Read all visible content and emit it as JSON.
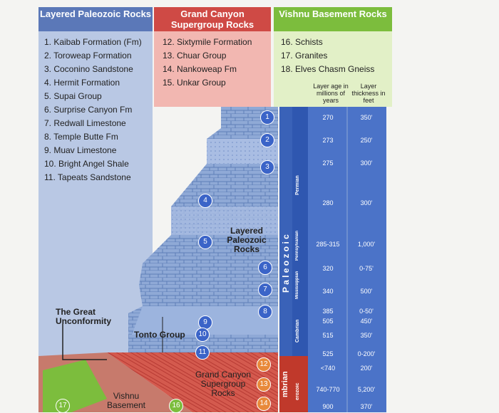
{
  "headers": {
    "layered": "Layered Paleozoic Rocks",
    "grand": "Grand Canyon Supergroup Rocks",
    "vishnu": "Vishnu Basement Rocks"
  },
  "layered_list": [
    "1. Kaibab Formation (Fm)",
    "2. Toroweap Formation",
    "3. Coconino Sandstone",
    "4. Hermit Formation",
    "5. Supai Group",
    "6. Surprise Canyon Fm",
    "7. Redwall Limestone",
    "8. Temple Butte Fm",
    "9. Muav Limestone",
    "10. Bright Angel Shale",
    "11. Tapeats Sandstone"
  ],
  "grand_list": [
    "12. Sixtymile Formation",
    "13. Chuar Group",
    "14. Nankoweap Fm",
    "15. Unkar Group"
  ],
  "vishnu_list": [
    "16. Schists",
    "17. Granites",
    "18. Elves Chasm Gneiss"
  ],
  "table_headers": {
    "age": "Layer age in millions of years",
    "thickness": "Layer thickness in feet"
  },
  "table_rows": [
    {
      "age": "270",
      "thick": "350'"
    },
    {
      "age": "273",
      "thick": "250'"
    },
    {
      "age": "275",
      "thick": "300'"
    },
    {
      "age": "280",
      "thick": "300'"
    },
    {
      "age": "285-315",
      "thick": "1,000'"
    },
    {
      "age": "320",
      "thick": "0-75'"
    },
    {
      "age": "340",
      "thick": "500'"
    },
    {
      "age": "385",
      "thick": "0-50'"
    },
    {
      "age": "505",
      "thick": "450'"
    },
    {
      "age": "515",
      "thick": "350'"
    },
    {
      "age": "525",
      "thick": "0-200'"
    },
    {
      "age": "<740",
      "thick": "200'"
    },
    {
      "age": "740-770",
      "thick": "5,200'"
    },
    {
      "age": "900",
      "thick": "370'"
    }
  ],
  "era_labels": {
    "paleozoic": "P a l e o z o i c",
    "cambrian_era": "mbrian",
    "proterozoic": "erozoic"
  },
  "period_labels": {
    "permian": "Permian",
    "penn": "Pennsylvanian",
    "miss": "Mississippian",
    "cambrian": "Cambrian"
  },
  "diagram_labels": {
    "layered": "Layered Paleozoic Rocks",
    "unconformity": "The Great Unconformity",
    "tonto": "Tonto Group",
    "supergroup": "Grand Canyon Supergroup Rocks",
    "vishnu": "Vishnu Basement"
  },
  "markers": [
    "1",
    "2",
    "3",
    "4",
    "5",
    "6",
    "7",
    "8",
    "9",
    "10",
    "11",
    "12",
    "13",
    "14",
    "16",
    "17"
  ]
}
